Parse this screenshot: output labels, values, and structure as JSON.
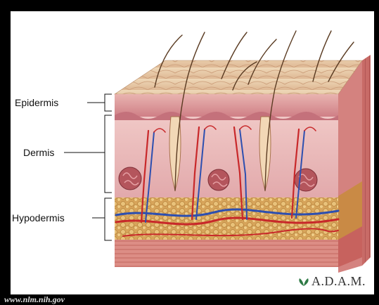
{
  "labels": {
    "epidermis": "Epidermis",
    "dermis": "Dermis",
    "hypodermis": "Hypodermis"
  },
  "brand": {
    "text": "A.D.A.M.",
    "icon": "leaf-logo-icon"
  },
  "source_url": "www.nlm.nih.gov",
  "colors": {
    "background": "#000000",
    "panel": "#ffffff",
    "epidermis_top": "#e8c9a4",
    "epidermis_side": "#e4a9a7",
    "dermis": "#e8b7b8",
    "hypodermis": "#d8a55a",
    "muscle": "#d9837c",
    "artery": "#c8282a",
    "vein": "#2d4fb0",
    "hair": "#5a3b22"
  }
}
